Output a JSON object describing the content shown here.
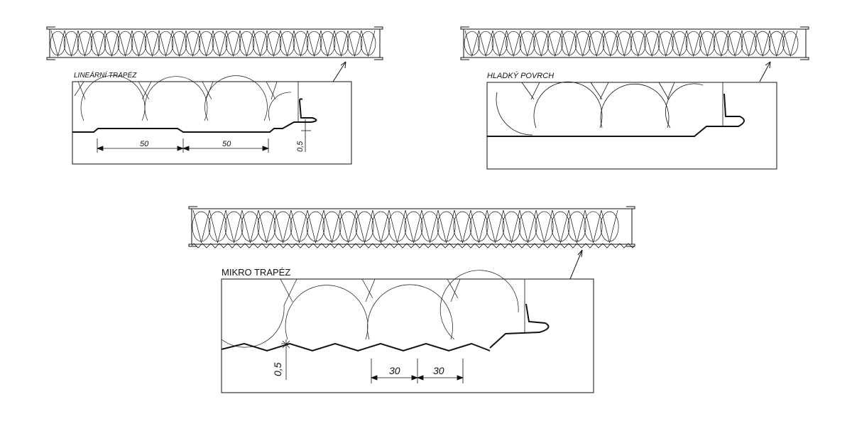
{
  "panels": [
    {
      "id": "linear",
      "label": "LINEÁRNÍ TRAPÉZ",
      "dims": [
        "50",
        "50",
        "0,5"
      ]
    },
    {
      "id": "smooth",
      "label": "HLADKÝ POVRCH",
      "dims": []
    },
    {
      "id": "micro",
      "label": "MIKRO TRAPÉZ",
      "dims": [
        "0,5",
        "30",
        "30"
      ]
    }
  ],
  "colors": {
    "line": "#111111",
    "background": "#ffffff"
  }
}
